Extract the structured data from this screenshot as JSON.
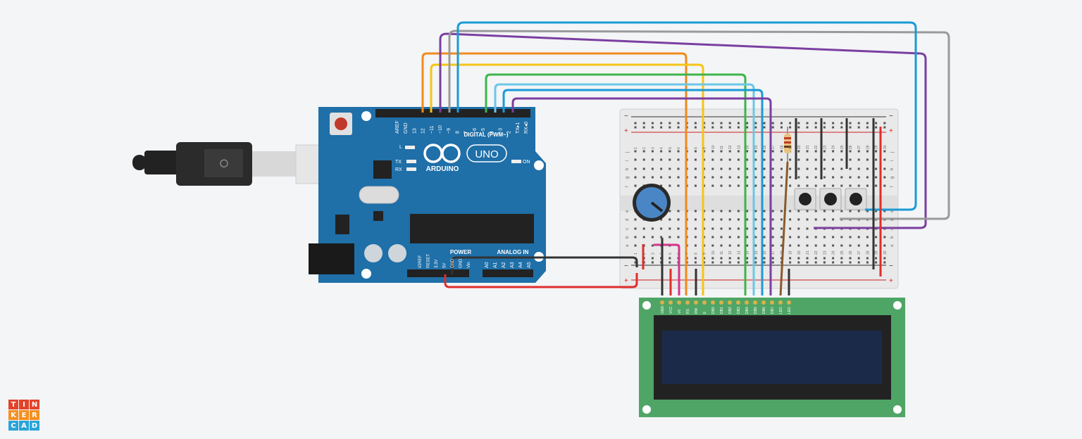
{
  "app": {
    "logo_letters": [
      "T",
      "I",
      "N",
      "K",
      "E",
      "R",
      "C",
      "A",
      "D"
    ]
  },
  "arduino": {
    "brand": "ARDUINO",
    "model": "UNO",
    "on_label": "ON",
    "l_label": "L",
    "tx_label": "TX",
    "rx_label": "RX",
    "digital_label": "DIGITAL (PWM~)",
    "power_label": "POWER",
    "analog_label": "ANALOG IN",
    "digital_pins": [
      "AREF",
      "GND",
      "13",
      "12",
      "~11",
      "~10",
      "~9",
      "8",
      "7",
      "~6",
      "~5",
      "4",
      "~3",
      "2",
      "TX▸1",
      "RX◂0"
    ],
    "power_pins": [
      "IOREF",
      "RESET",
      "3.3V",
      "5V",
      "GND",
      "GND",
      "Vin"
    ],
    "analog_pins": [
      "A0",
      "A1",
      "A2",
      "A3",
      "A4",
      "A5"
    ]
  },
  "breadboard": {
    "rows_top": [
      "j",
      "i",
      "h",
      "g",
      "f"
    ],
    "rows_bottom": [
      "e",
      "d",
      "c",
      "b",
      "a"
    ],
    "columns": [
      "1",
      "2",
      "3",
      "4",
      "5",
      "6",
      "7",
      "8",
      "9",
      "10",
      "11",
      "12",
      "13",
      "14",
      "15",
      "16",
      "17",
      "18",
      "19",
      "20",
      "21",
      "22",
      "23",
      "24",
      "25",
      "26",
      "27",
      "28",
      "29",
      "30"
    ],
    "plus": "+",
    "minus": "−"
  },
  "lcd": {
    "pins": [
      "GND",
      "VCC",
      "V0",
      "RS",
      "RW",
      "E",
      "DB0",
      "DB1",
      "DB2",
      "DB3",
      "DB4",
      "DB5",
      "DB6",
      "DB7",
      "LED",
      "LED"
    ]
  },
  "colors": {
    "background": "#f3f5f7",
    "arduino_board": "#1f6fa8",
    "breadboard": "#e9e9e9",
    "lcd_board": "#4fa566",
    "lcd_screen": "#1c2a4a",
    "wire_orange": "#f08a1c",
    "wire_yellow": "#f5c518",
    "wire_purple": "#7b3fa0",
    "wire_gray": "#9a9a9a",
    "wire_blue": "#1a9ad6",
    "wire_green": "#3cb54a",
    "wire_lightblue": "#6cc6e8",
    "wire_red": "#e02d2d",
    "wire_black": "#333333",
    "wire_pink": "#d6338a",
    "wire_brown": "#8b5a2b"
  }
}
